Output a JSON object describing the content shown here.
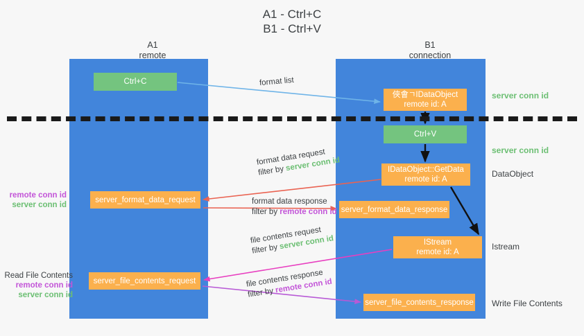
{
  "title": {
    "line1": "A1 - Ctrl+C",
    "line2": "B1 - Ctrl+V"
  },
  "columns": [
    {
      "id": "A1",
      "name": "A1",
      "role": "remote"
    },
    {
      "id": "B1",
      "name": "B1",
      "role": "connection"
    }
  ],
  "nodes": {
    "ctrl_c": {
      "line1": "Ctrl+C",
      "line2": "",
      "color": "#74c47f"
    },
    "idataobject": {
      "line1": "俠㑹ㄱIDataObject",
      "line2": "remote id: A",
      "color": "#fbb04d"
    },
    "ctrl_v": {
      "line1": "Ctrl+V",
      "line2": "",
      "color": "#74c47f"
    },
    "getdata": {
      "line1": "IDataObject::GetData",
      "line2": "remote id: A",
      "color": "#fbb04d"
    },
    "format_data_request": {
      "line1": "server_format_data_request",
      "line2": "",
      "color": "#fbb04d"
    },
    "format_data_response": {
      "line1": "server_format_data_response",
      "line2": "",
      "color": "#fbb04d"
    },
    "istream": {
      "line1": "IStream",
      "line2": "remote id: A",
      "color": "#fbb04d"
    },
    "file_contents_request": {
      "line1": "server_file_contents_request",
      "line2": "",
      "color": "#fbb04d"
    },
    "file_contents_response": {
      "line1": "server_file_contents_response",
      "line2": "",
      "color": "#fbb04d"
    }
  },
  "edges": {
    "format_list": {
      "label": "format list",
      "filter_prefix": "",
      "filter_value": ""
    },
    "format_data_request": {
      "label": "format data request",
      "filter_prefix": "filter by ",
      "filter_value": "server conn id"
    },
    "format_data_response": {
      "label": "format data response",
      "filter_prefix": "filter by ",
      "filter_value": "remote conn id"
    },
    "file_contents_request": {
      "label": "file contents request",
      "filter_prefix": "filter by ",
      "filter_value": "server conn id"
    },
    "file_contents_response": {
      "label": "file contents response",
      "filter_prefix": "filter by ",
      "filter_value": "remote conn id"
    }
  },
  "right_annotations": [
    {
      "text": "server conn id",
      "kind": "server"
    },
    {
      "text": "server conn id",
      "kind": "server"
    },
    {
      "text": "DataObject",
      "kind": "plain"
    },
    {
      "text": "Istream",
      "kind": "plain"
    },
    {
      "text": "Write File Contents",
      "kind": "plain"
    }
  ],
  "left_annotations": {
    "group1": {
      "remote": "remote conn id",
      "server": "server conn id"
    },
    "group2": {
      "heading": "Read File Contents",
      "remote": "remote conn id",
      "server": "server conn id"
    }
  },
  "colors": {
    "lane": "#4285db",
    "green_node": "#74c47f",
    "orange_node": "#fbb04d",
    "server_conn": "#6cbf73",
    "remote_conn": "#c355d8",
    "arrow_blue": "#6fb4e8",
    "arrow_red": "#ea6352",
    "arrow_magenta": "#e83fc0",
    "arrow_purple": "#b85ad6",
    "arrow_black": "#1a1a1a",
    "divider": "#1a1a1a",
    "background": "#f7f7f7"
  }
}
